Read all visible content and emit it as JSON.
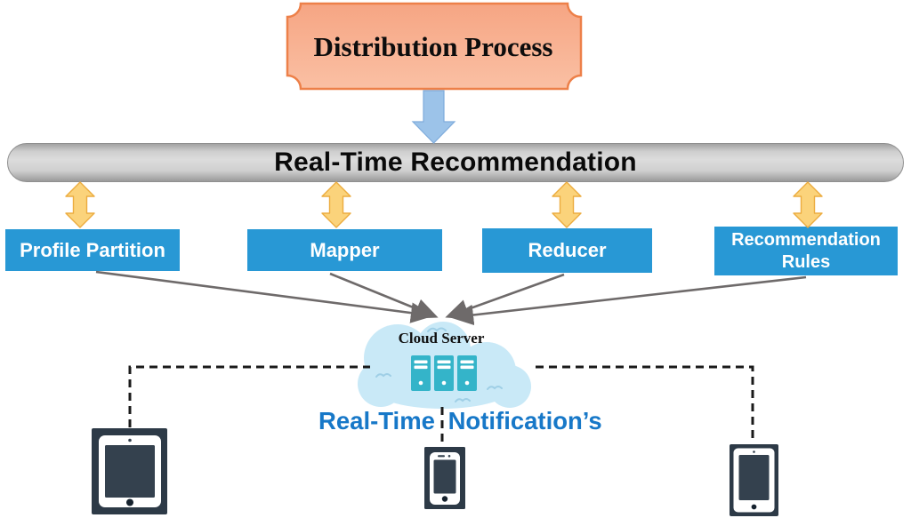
{
  "diagram": {
    "title": "Distribution Process",
    "pipeline_bar": "Real-Time Recommendation",
    "modules": [
      {
        "label": "Profile Partition"
      },
      {
        "label": "Mapper"
      },
      {
        "label": "Reducer"
      },
      {
        "label": "Recommendation Rules"
      }
    ],
    "cloud_label": "Cloud Server",
    "notification_label": "Real-Time Notification’s",
    "colors": {
      "plaque_fill_top": "#F6A583",
      "plaque_fill_bottom": "#FAC0A4",
      "plaque_border": "#ED8049",
      "bar_fill": "#CFCFCF",
      "module_fill": "#2898D5",
      "double_arrow_fill": "#FBD37B",
      "double_arrow_border": "#ECAC3F",
      "down_arrow_fill": "#9CC3E9",
      "down_arrow_border": "#7FACDC",
      "cloud_fill": "#C9E9F7",
      "cloud_accent": "#9FCFE6",
      "server_fill": "#34B4C9",
      "notification_text": "#1778C8",
      "device_body": "#2D3A47",
      "device_screen": "#34414E",
      "connector": "#6e6a6a",
      "dash_line": "#1a1a1a"
    }
  }
}
